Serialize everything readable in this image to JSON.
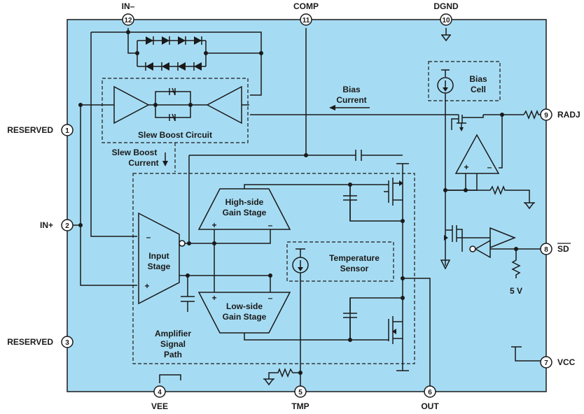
{
  "colors": {
    "chip_fill": "#a6dcf3",
    "line": "#1a1a1a",
    "pin_fill": "#ffffff"
  },
  "pins": {
    "p12": {
      "num": "12",
      "name": "IN–"
    },
    "p11": {
      "num": "11",
      "name": "COMP"
    },
    "p10": {
      "num": "10",
      "name": "DGND"
    },
    "p1": {
      "num": "1",
      "name": "RESERVED"
    },
    "p2": {
      "num": "2",
      "name": "IN+"
    },
    "p3": {
      "num": "3",
      "name": "RESERVED"
    },
    "p9": {
      "num": "9",
      "name": "RADJ"
    },
    "p8": {
      "num": "8",
      "name": "SD"
    },
    "p7": {
      "num": "7",
      "name": "VCC"
    },
    "p4": {
      "num": "4",
      "name": "VEE"
    },
    "p5": {
      "num": "5",
      "name": "TMP"
    },
    "p6": {
      "num": "6",
      "name": "OUT"
    }
  },
  "blocks": {
    "slew_boost_circuit": "Slew Boost Circuit",
    "slew_boost_current": [
      "Slew Boost",
      "Current"
    ],
    "bias_current": [
      "Bias",
      "Current"
    ],
    "bias_cell": [
      "Bias",
      "Cell"
    ],
    "high_side": [
      "High-side",
      "Gain Stage"
    ],
    "low_side": [
      "Low-side",
      "Gain Stage"
    ],
    "input_stage": [
      "Input",
      "Stage"
    ],
    "temp_sensor": [
      "Temperature",
      "Sensor"
    ],
    "amp_path": [
      "Amplifier",
      "Signal",
      "Path"
    ],
    "five_v": "5 V"
  },
  "signs": {
    "minus": "–",
    "plus": "+"
  }
}
